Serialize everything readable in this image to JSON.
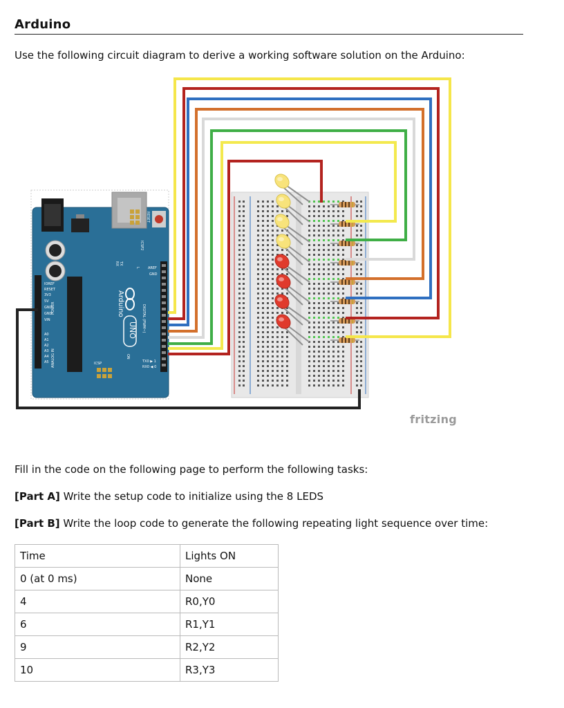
{
  "header": {
    "title": "Arduino"
  },
  "intro": "Use the following circuit diagram to derive a working software solution on the Arduino:",
  "figure": {
    "watermark": "fritzing",
    "board": {
      "name": "Arduino",
      "model": "UNO",
      "ioref": "IOREF",
      "reset": "RESET",
      "v33": "3V3",
      "v5": "5V",
      "gnd": "GND",
      "vin": "VIN",
      "a0": "A0",
      "a1": "A1",
      "a2": "A2",
      "a3": "A3",
      "a4": "A4",
      "a5": "A5",
      "power": "POWER",
      "analog_in": "ANALOG IN",
      "aref": "AREF",
      "digital": "DIGITAL (PWM~)",
      "icsp": "ICSP",
      "icsp2": "ICSP2",
      "tx": "TX",
      "rx": "RX",
      "l": "L",
      "on": "ON",
      "txd": "TX0 ▶ 1",
      "rxd": "RX0 ◀ 0",
      "reset_button": "RESET"
    },
    "wire_colors": [
      "#f5e64a",
      "#b3231f",
      "#2f6fc0",
      "#d3702c",
      "#d9d9d9",
      "#3fae46",
      "#f3e94e",
      "#b3231f"
    ],
    "led_colors": {
      "yellow": "#f8e37b",
      "red": "#e03a2c"
    }
  },
  "fill_text": "Fill in the code on the following page to perform the following tasks:",
  "part_a": {
    "tag": "[Part A]",
    "text": " Write the setup code to initialize using the 8 LEDS"
  },
  "part_b": {
    "tag": "[Part B]",
    "text": " Write the loop code to generate the following repeating light sequence over time:"
  },
  "table": {
    "headers": [
      "Time",
      "Lights ON"
    ],
    "rows": [
      [
        "0 (at 0 ms)",
        "None"
      ],
      [
        "4",
        "R0,Y0"
      ],
      [
        "6",
        "R1,Y1"
      ],
      [
        "9",
        "R2,Y2"
      ],
      [
        "10",
        "R3,Y3"
      ]
    ]
  }
}
